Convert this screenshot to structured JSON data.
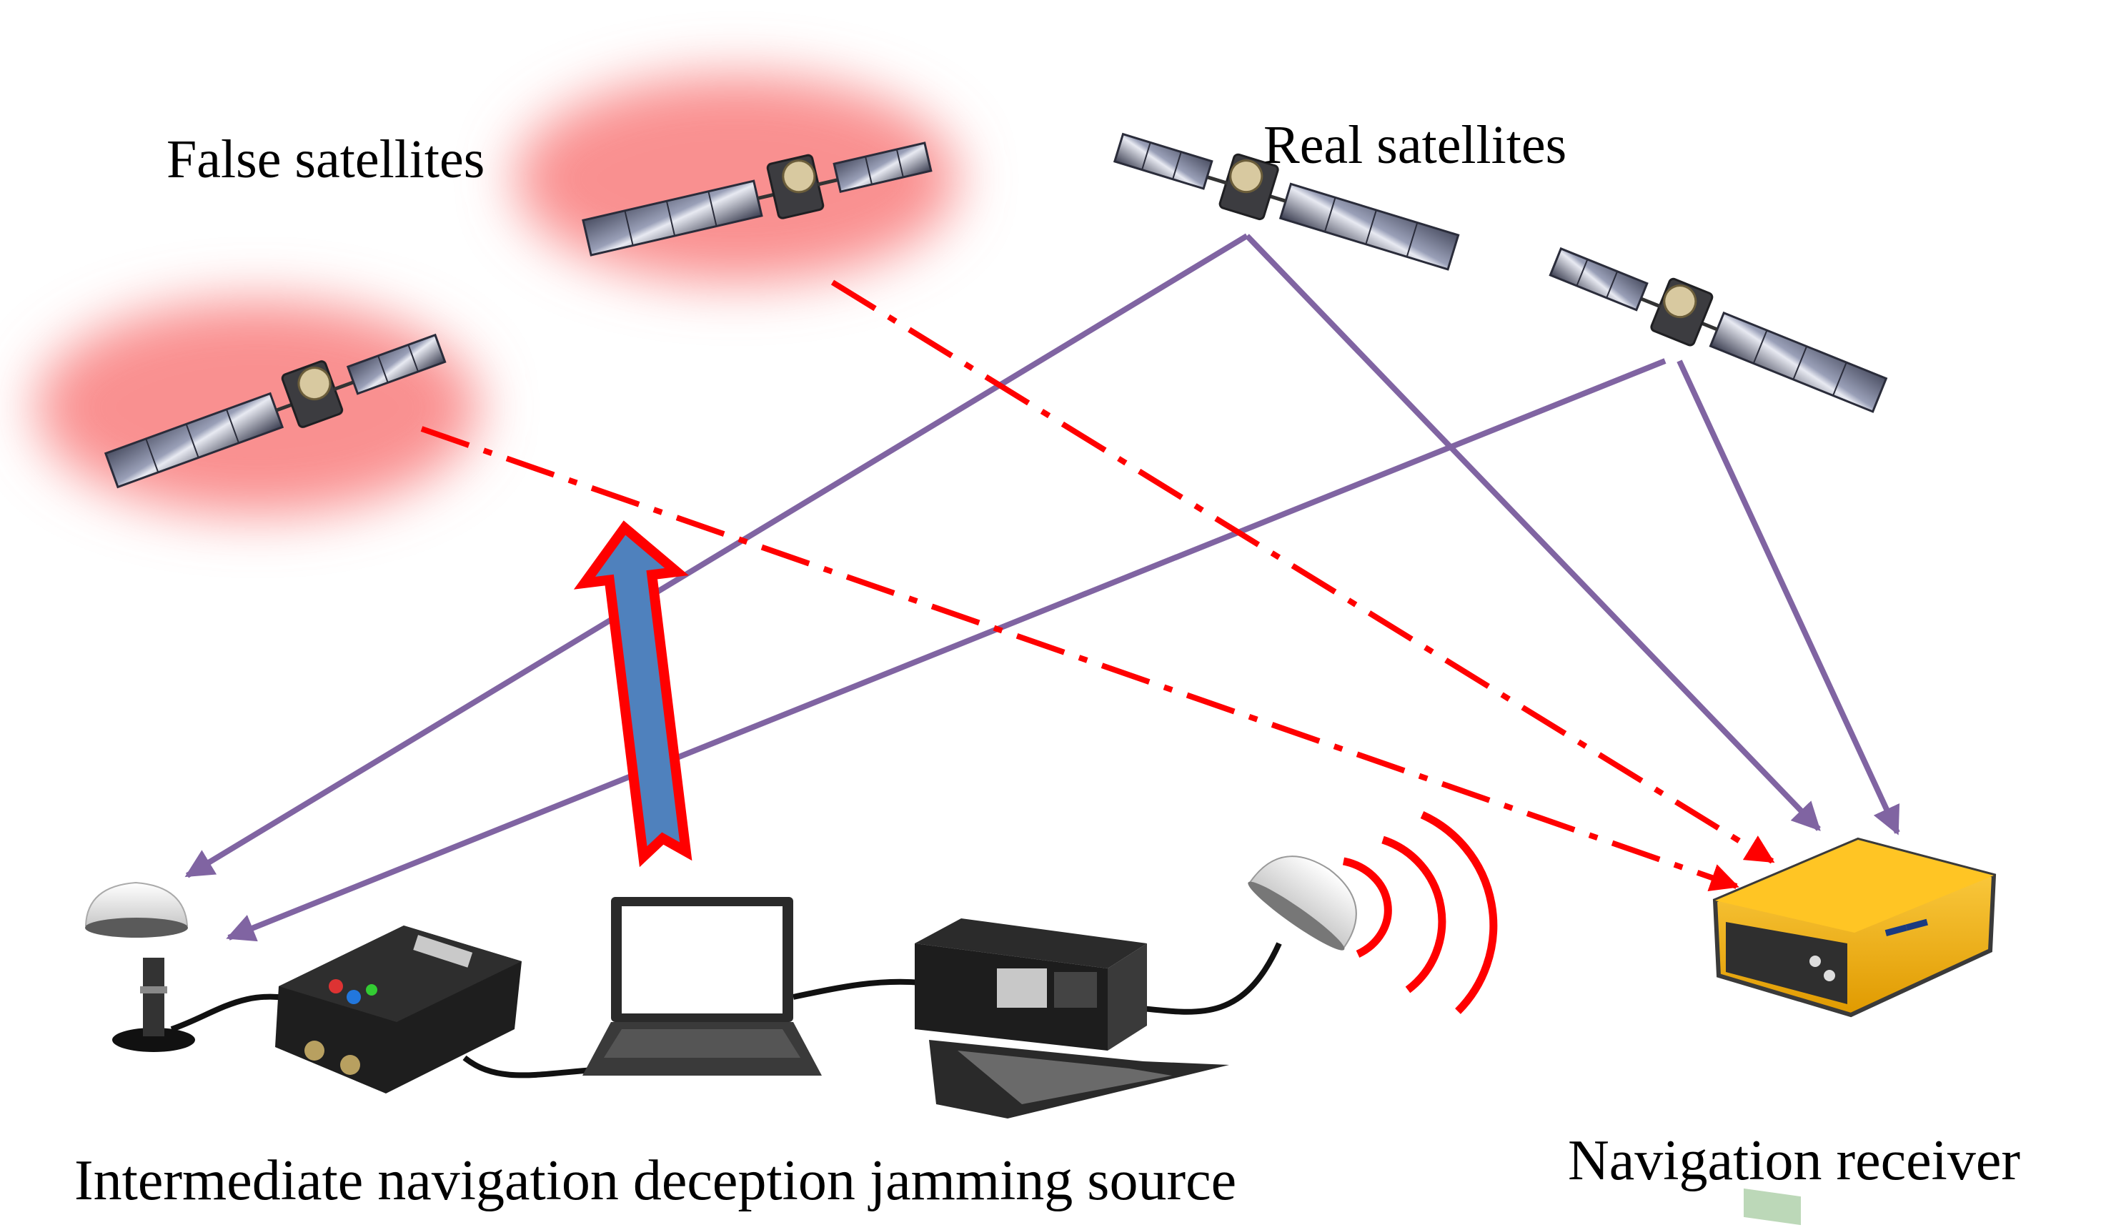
{
  "labels": {
    "false_satellites": "False satellites",
    "real_satellites": "Real satellites",
    "jamming_source": "Intermediate navigation deception jamming source",
    "navigation_receiver": "Navigation receiver"
  },
  "colors": {
    "real_signal": "#8064A2",
    "false_signal": "#FF0000",
    "glow": "#F87C7C",
    "upload_arrow_fill": "#4F81BD",
    "upload_arrow_outline": "#FF0000",
    "receiver_body": "#F5B400"
  },
  "icons": {
    "satellite": "satellite-icon",
    "antenna": "gnss-antenna-icon",
    "receiver_box": "rf-receiver-box-icon",
    "laptop": "laptop-icon",
    "rack": "signal-generator-rack-icon",
    "dish": "transmit-antenna-icon",
    "waves": "radio-waves-icon",
    "receiver": "navigation-receiver-icon"
  }
}
